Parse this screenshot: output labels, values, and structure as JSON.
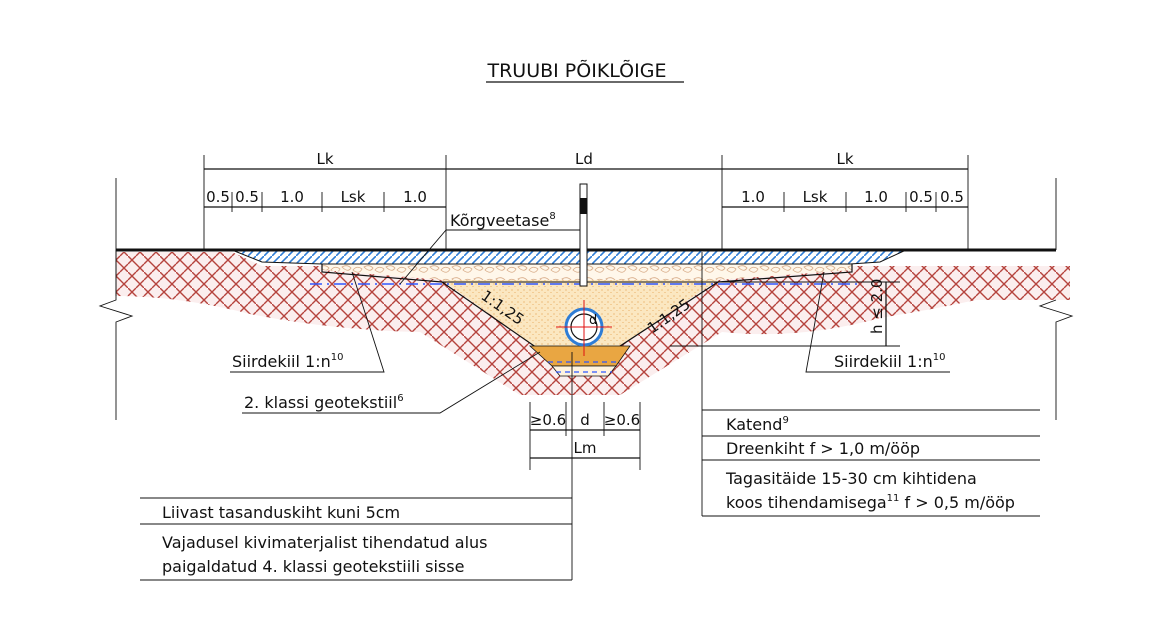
{
  "title": "TRUUBI PÕIKLÕIGE",
  "dimensions": {
    "lk_left": "Lk",
    "ld": "Ld",
    "lk_right": "Lk",
    "left_sub": [
      "0.5",
      "0.5",
      "1.0",
      "Lsk",
      "1.0"
    ],
    "right_sub": [
      "1.0",
      "Lsk",
      "1.0",
      "0.5",
      "0.5"
    ],
    "bottom": [
      "≥0.6",
      "d",
      "≥0.6"
    ],
    "lm": "Lm",
    "h": "h ≤ 2.0",
    "pipe_d": "d"
  },
  "slopes": {
    "left": "1:1,25",
    "right": "1:1,25"
  },
  "labels": {
    "high_water": "Kõrgveetase",
    "high_water_ref": "8",
    "transition_left": "Siirdekiil 1:n",
    "transition_left_ref": "10",
    "transition_right": "Siirdekiil 1:n",
    "transition_right_ref": "10",
    "geotextile": "2. klassi geotekstiil",
    "geotextile_ref": "6"
  },
  "legend_right": [
    {
      "text": "Katend",
      "ref": "9",
      "text2": ""
    },
    {
      "text": "Dreenkiht f > 1,0 m/ööp",
      "ref": "",
      "text2": ""
    },
    {
      "text": "Tagasitäide 15-30 cm kihtidena",
      "ref": "",
      "text2": ""
    },
    {
      "text": "koos tihendamisega",
      "ref": "11",
      "text2": " f > 0,5 m/ööp"
    }
  ],
  "legend_left": [
    "Liivast tasanduskiht kuni 5cm",
    "Vajadusel kivimaterjalist tihendatud alus",
    "paigaldatud 4. klassi geotekstiili sisse"
  ],
  "colors": {
    "soil": "#b5433d",
    "pavement": "#2f7dd6",
    "backfill": "#f6d8a3",
    "water": "#2f57ff",
    "sand_bed": "#e9a642",
    "pipe": "#2f7dd6"
  }
}
